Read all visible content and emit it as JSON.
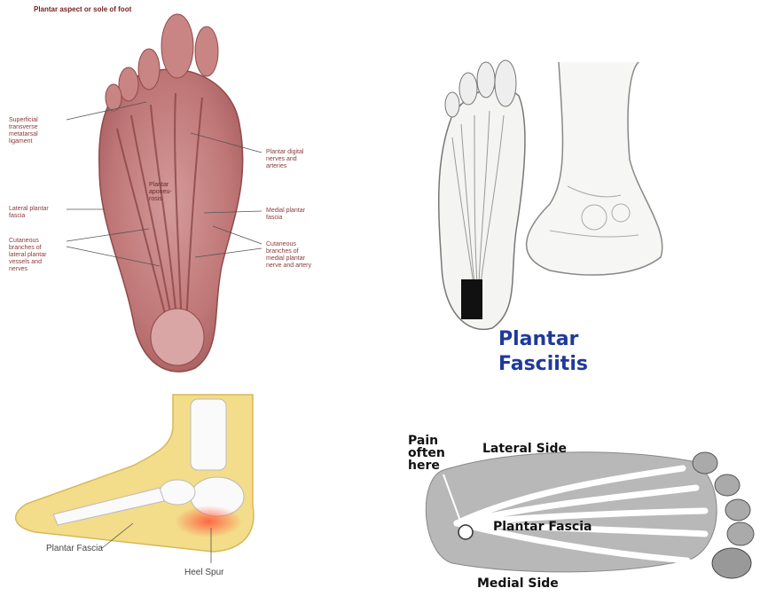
{
  "anatomy": {
    "title": "Plantar aspect or sole of foot",
    "labels": {
      "superficial": "Superficial\ntransverse\nmetatarsal\nligament",
      "digital": "Plantar digital\nnerves and\narteries",
      "lateral_fascia": "Lateral plantar\nfascia",
      "medial_fascia": "Medial plantar\nfascia",
      "cut_lateral": "Cutaneous\nbranches of\nlateral plantar\nvessels and\nnerves",
      "cut_medial": "Cutaneous\nbranches of\nmedial plantar\nnerve and artery",
      "aponeurosis": "Plantar\naponeu-\nrosis"
    }
  },
  "sketch": {
    "title_line1": "Plantar",
    "title_line2": "Fasciitis"
  },
  "heel_spur": {
    "plantar_fascia": "Plantar Fascia",
    "heel_spur": "Heel Spur"
  },
  "diagram": {
    "pain": "Pain\noften\nhere",
    "lateral": "Lateral Side",
    "fascia": "Plantar Fascia",
    "medial": "Medial Side"
  },
  "colors": {
    "anatomy_flesh": "#c07878",
    "title_blue": "#1f3a9a",
    "foot_yellow": "#f3dc8a",
    "spur_glow": "#ff5a3c",
    "diagram_gray": "#b8b8b8"
  }
}
